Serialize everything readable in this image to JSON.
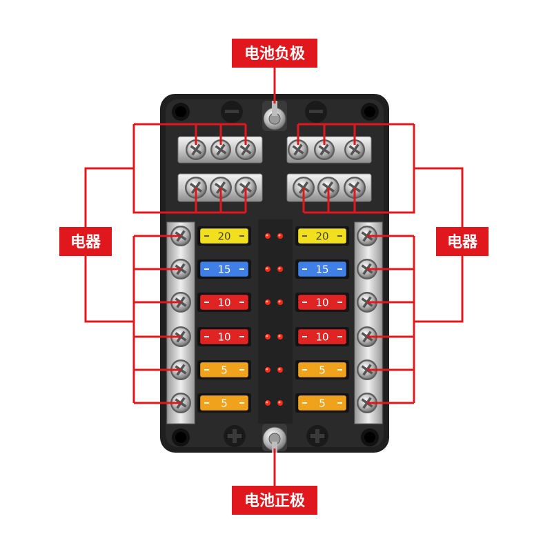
{
  "labels": {
    "battery_negative": "电池负极",
    "battery_positive": "电池正极",
    "appliance_left": "电器",
    "appliance_right": "电器"
  },
  "fuses": {
    "left": [
      {
        "rating": "20",
        "color": "#f2e01e"
      },
      {
        "rating": "15",
        "color": "#3f7fe6"
      },
      {
        "rating": "10",
        "color": "#e02424"
      },
      {
        "rating": "10",
        "color": "#e02424"
      },
      {
        "rating": "5",
        "color": "#f0a21c"
      },
      {
        "rating": "5",
        "color": "#f0a21c"
      }
    ],
    "right": [
      {
        "rating": "20",
        "color": "#f2e01e"
      },
      {
        "rating": "15",
        "color": "#3f7fe6"
      },
      {
        "rating": "10",
        "color": "#e02424"
      },
      {
        "rating": "10",
        "color": "#e02424"
      },
      {
        "rating": "5",
        "color": "#f0a21c"
      },
      {
        "rating": "5",
        "color": "#f0a21c"
      }
    ]
  },
  "colors": {
    "accent_red": "#e0181e",
    "housing": "#262626",
    "led": "#ff2a1a"
  }
}
